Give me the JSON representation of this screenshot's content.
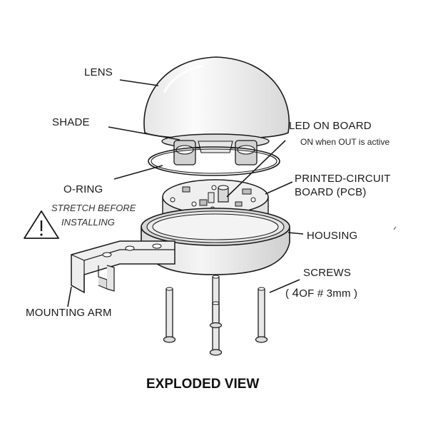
{
  "title": "EXPLODED VIEW",
  "labels": {
    "lens": "LENS",
    "shade": "SHADE",
    "led_on_board": "LED ON BOARD",
    "led_note": "ON when OUT is active",
    "o_ring": "O-RING",
    "pcb_line1": "PRINTED-CIRCUIT",
    "pcb_line2": "BOARD (PCB)",
    "stretch_line1": "STRETCH BEFORE",
    "stretch_line2": "INSTALLING",
    "housing": "HOUSING",
    "screws": "SCREWS",
    "screws_count_prefix": "4",
    "screws_count_rest": "OF # 3mm",
    "mounting_arm": "MOUNTING ARM"
  },
  "icons": {
    "warning": "warning-triangle-icon"
  },
  "colors": {
    "line": "#1a1a1a",
    "lens_fill": "#f4f4f4",
    "part_fill": "#ededed",
    "shadow_fill": "#cfcfcf"
  }
}
